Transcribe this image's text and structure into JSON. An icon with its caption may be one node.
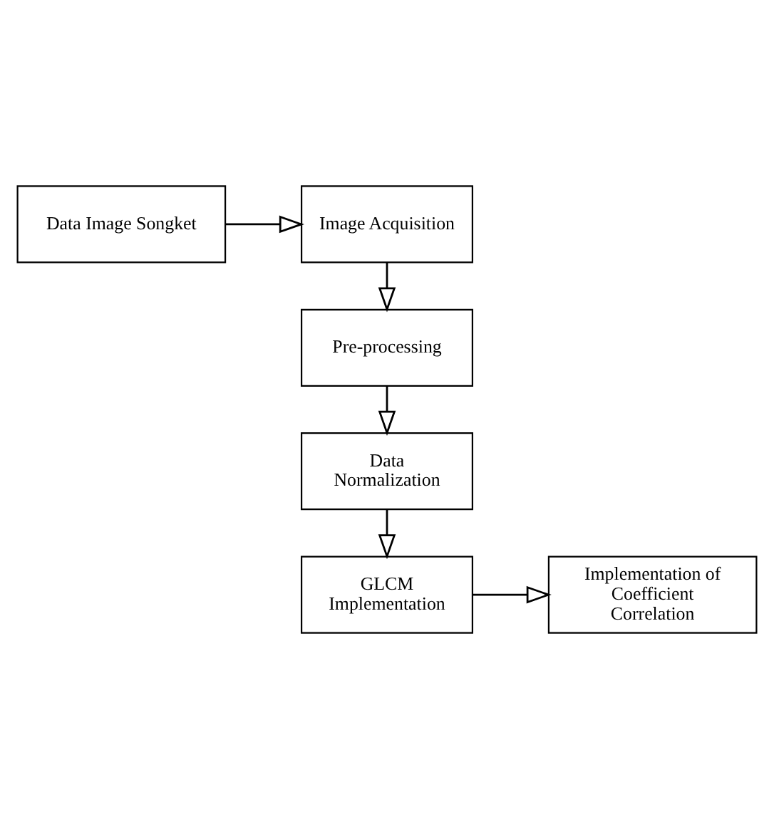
{
  "diagram": {
    "nodes": [
      {
        "text": [
          "Data Image Songket"
        ]
      },
      {
        "text": [
          "Image Acquisition"
        ]
      },
      {
        "text": [
          "Pre-processing"
        ]
      },
      {
        "text": [
          "Data Normalization"
        ]
      },
      {
        "text": [
          "GLCM Implementation"
        ]
      },
      {
        "text": [
          "Implementation of Coefficient Correlation"
        ]
      }
    ],
    "edges": [
      {
        "from": 0,
        "to": 1,
        "arrow": "to"
      },
      {
        "from": 1,
        "to": 2,
        "arrow": "to"
      },
      {
        "from": 2,
        "to": 3,
        "arrow": "to"
      },
      {
        "from": 3,
        "to": 4,
        "arrow": "to"
      },
      {
        "from": 4,
        "to": 5,
        "arrow": "to"
      }
    ]
  }
}
